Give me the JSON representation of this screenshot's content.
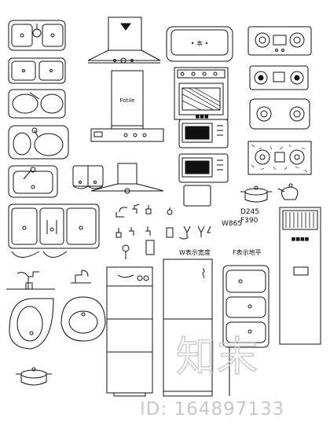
{
  "labels": {
    "hood_brand": "Fotile",
    "range_hood_badge": "• 本 •",
    "microwave_badge": "■■■",
    "d_label": "D245",
    "f_label": "F390",
    "w_label": "W865",
    "w_caption": "W表示宽度",
    "f_caption": "F表示地平",
    "ac_brand": "■■■■"
  },
  "watermark": {
    "logo_text": "知末",
    "id_text": "ID: 164897133"
  },
  "colors": {
    "line": "#111111",
    "watermark": "#c8c8c8"
  }
}
